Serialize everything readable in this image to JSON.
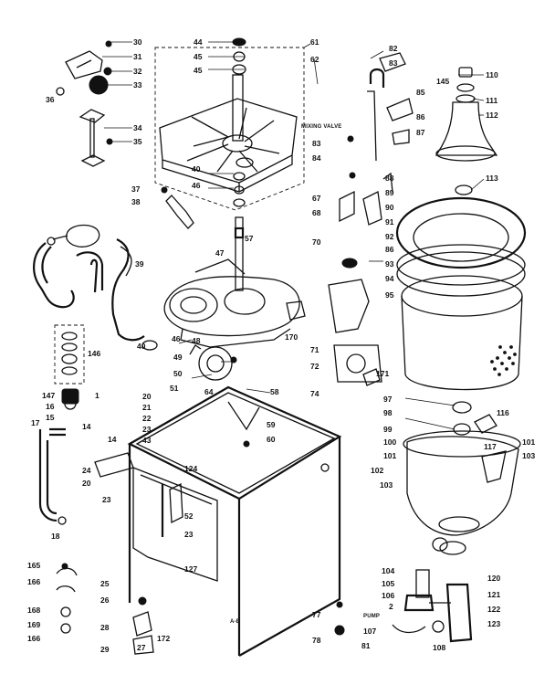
{
  "diagram": {
    "notes": {
      "mixing_valve": "MIXING VALVE",
      "pump": "PUMP",
      "cabinet_marking": "A-E"
    },
    "callouts": [
      {
        "id": "c30",
        "label": "30"
      },
      {
        "id": "c31",
        "label": "31"
      },
      {
        "id": "c32",
        "label": "32"
      },
      {
        "id": "c33",
        "label": "33"
      },
      {
        "id": "c34",
        "label": "34"
      },
      {
        "id": "c35",
        "label": "35"
      },
      {
        "id": "c36",
        "label": "36"
      },
      {
        "id": "c37",
        "label": "37"
      },
      {
        "id": "c38",
        "label": "38"
      },
      {
        "id": "c39",
        "label": "39"
      },
      {
        "id": "c40",
        "label": "40"
      },
      {
        "id": "c40b",
        "label": "40"
      },
      {
        "id": "c44",
        "label": "44"
      },
      {
        "id": "c45",
        "label": "45"
      },
      {
        "id": "c45b",
        "label": "45"
      },
      {
        "id": "c46",
        "label": "46"
      },
      {
        "id": "c46b",
        "label": "46"
      },
      {
        "id": "c47",
        "label": "47"
      },
      {
        "id": "c48",
        "label": "48"
      },
      {
        "id": "c49",
        "label": "49"
      },
      {
        "id": "c50",
        "label": "50"
      },
      {
        "id": "c51",
        "label": "51"
      },
      {
        "id": "c58",
        "label": "58"
      },
      {
        "id": "c57",
        "label": "57"
      },
      {
        "id": "c61",
        "label": "61"
      },
      {
        "id": "c62",
        "label": "62"
      },
      {
        "id": "c82",
        "label": "82"
      },
      {
        "id": "c83",
        "label": "83"
      },
      {
        "id": "c85",
        "label": "85"
      },
      {
        "id": "c86",
        "label": "86"
      },
      {
        "id": "c87",
        "label": "87"
      },
      {
        "id": "c83b",
        "label": "83"
      },
      {
        "id": "c84",
        "label": "84"
      },
      {
        "id": "c67",
        "label": "67"
      },
      {
        "id": "c68",
        "label": "68"
      },
      {
        "id": "c70",
        "label": "70"
      },
      {
        "id": "c88",
        "label": "88"
      },
      {
        "id": "c89",
        "label": "89"
      },
      {
        "id": "c90",
        "label": "90"
      },
      {
        "id": "c91",
        "label": "91"
      },
      {
        "id": "c92",
        "label": "92"
      },
      {
        "id": "c86b",
        "label": "86"
      },
      {
        "id": "c93",
        "label": "93"
      },
      {
        "id": "c94",
        "label": "94"
      },
      {
        "id": "c95",
        "label": "95"
      },
      {
        "id": "c110",
        "label": "110"
      },
      {
        "id": "c145",
        "label": "145"
      },
      {
        "id": "c111",
        "label": "111"
      },
      {
        "id": "c112",
        "label": "112"
      },
      {
        "id": "c113",
        "label": "113"
      },
      {
        "id": "c146",
        "label": "146"
      },
      {
        "id": "c147",
        "label": "147"
      },
      {
        "id": "c16",
        "label": "16"
      },
      {
        "id": "c15",
        "label": "15"
      },
      {
        "id": "c17",
        "label": "17"
      },
      {
        "id": "c18",
        "label": "18"
      },
      {
        "id": "c170",
        "label": "170"
      },
      {
        "id": "c71",
        "label": "71"
      },
      {
        "id": "c72",
        "label": "72"
      },
      {
        "id": "c171",
        "label": "171"
      },
      {
        "id": "c74",
        "label": "74"
      },
      {
        "id": "c97",
        "label": "97"
      },
      {
        "id": "c98",
        "label": "98"
      },
      {
        "id": "c99",
        "label": "99"
      },
      {
        "id": "c116",
        "label": "116"
      },
      {
        "id": "c117",
        "label": "117"
      },
      {
        "id": "c100",
        "label": "100"
      },
      {
        "id": "c101",
        "label": "101"
      },
      {
        "id": "c101b",
        "label": "101"
      },
      {
        "id": "c103",
        "label": "103"
      },
      {
        "id": "c102",
        "label": "102"
      },
      {
        "id": "c103b",
        "label": "103"
      },
      {
        "id": "c120",
        "label": "120"
      },
      {
        "id": "c104",
        "label": "104"
      },
      {
        "id": "c105",
        "label": "105"
      },
      {
        "id": "c106",
        "label": "106"
      },
      {
        "id": "c2",
        "label": "2"
      },
      {
        "id": "c121",
        "label": "121"
      },
      {
        "id": "c122",
        "label": "122"
      },
      {
        "id": "c123",
        "label": "123"
      },
      {
        "id": "c107",
        "label": "107"
      },
      {
        "id": "c81",
        "label": "81"
      },
      {
        "id": "c108",
        "label": "108"
      },
      {
        "id": "c20",
        "label": "20"
      },
      {
        "id": "c21",
        "label": "21"
      },
      {
        "id": "c22",
        "label": "22"
      },
      {
        "id": "c23",
        "label": "23"
      },
      {
        "id": "c43",
        "label": "43"
      },
      {
        "id": "c14",
        "label": "14"
      },
      {
        "id": "c14b",
        "label": "14"
      },
      {
        "id": "c1",
        "label": "1"
      },
      {
        "id": "c64",
        "label": "64"
      },
      {
        "id": "c59",
        "label": "59"
      },
      {
        "id": "c60",
        "label": "60"
      },
      {
        "id": "c124",
        "label": "124"
      },
      {
        "id": "c24",
        "label": "24"
      },
      {
        "id": "c20b",
        "label": "20"
      },
      {
        "id": "c23b",
        "label": "23"
      },
      {
        "id": "c25",
        "label": "25"
      },
      {
        "id": "c52",
        "label": "52"
      },
      {
        "id": "c23c",
        "label": "23"
      },
      {
        "id": "c127",
        "label": "127"
      },
      {
        "id": "c165",
        "label": "165"
      },
      {
        "id": "c166",
        "label": "166"
      },
      {
        "id": "c168",
        "label": "168"
      },
      {
        "id": "c169",
        "label": "169"
      },
      {
        "id": "c166b",
        "label": "166"
      },
      {
        "id": "c26",
        "label": "26"
      },
      {
        "id": "c28",
        "label": "28"
      },
      {
        "id": "c29",
        "label": "29"
      },
      {
        "id": "c27",
        "label": "27"
      },
      {
        "id": "c172",
        "label": "172"
      },
      {
        "id": "c77",
        "label": "77"
      },
      {
        "id": "c78",
        "label": "78"
      }
    ]
  }
}
